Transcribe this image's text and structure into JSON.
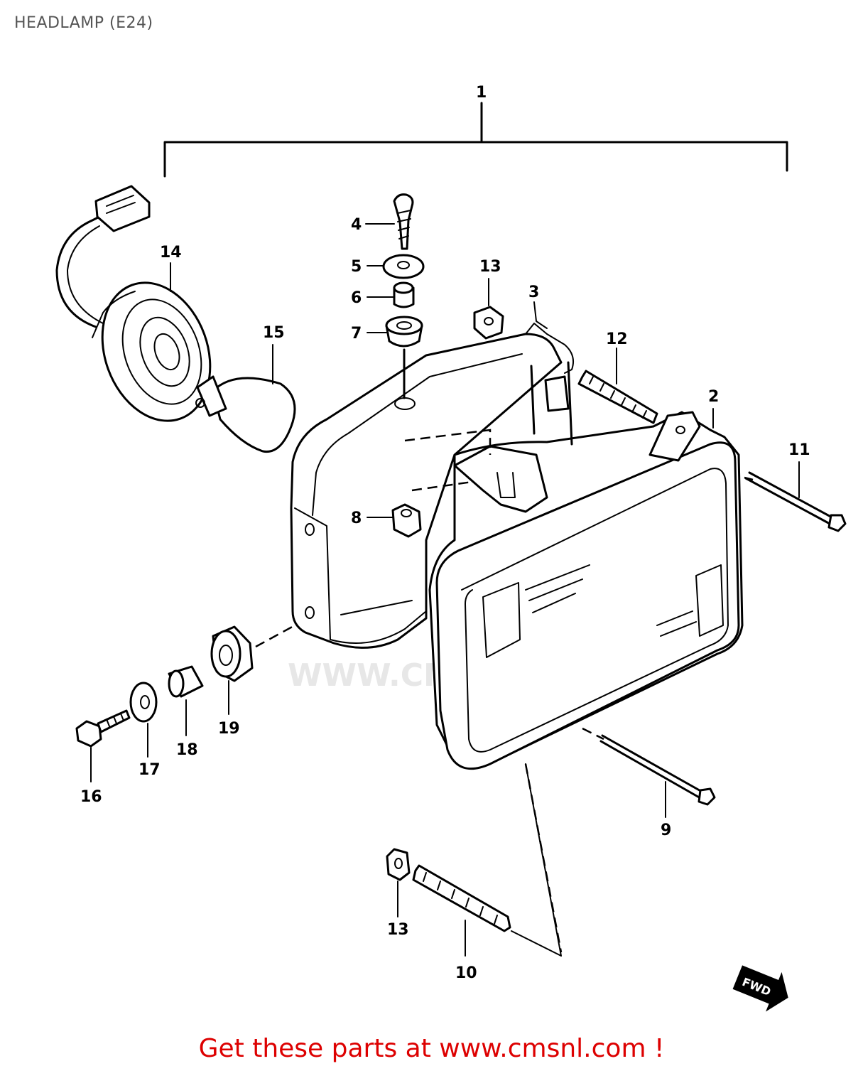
{
  "header": {
    "title": "HEADLAMP (E24)"
  },
  "watermark": {
    "text": "WWW.CMSNL.COM"
  },
  "callouts": {
    "c1": "1",
    "c2": "2",
    "c3": "3",
    "c4": "4",
    "c5": "5",
    "c6": "6",
    "c7": "7",
    "c8": "8",
    "c9": "9",
    "c10": "10",
    "c11": "11",
    "c12": "12",
    "c13a": "13",
    "c13b": "13",
    "c14": "14",
    "c15": "15",
    "c16": "16",
    "c17": "17",
    "c18": "18",
    "c19": "19"
  },
  "fwd_badge": "FWD",
  "footer": {
    "link_text": "Get these parts at www.cmsnl.com !"
  }
}
